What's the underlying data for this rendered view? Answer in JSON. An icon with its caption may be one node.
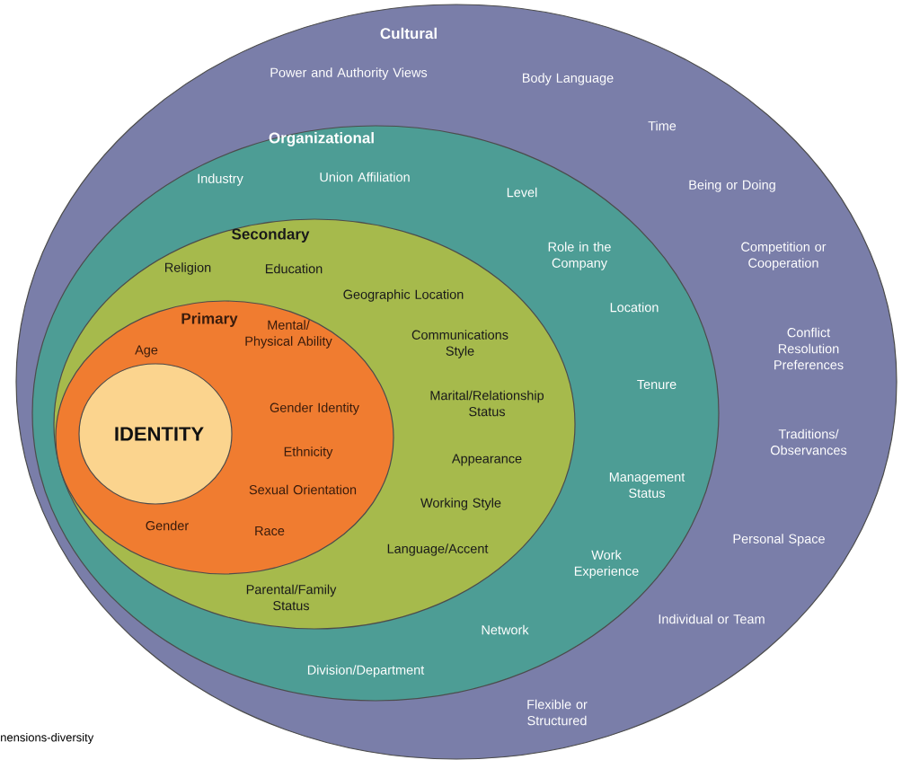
{
  "diagram": {
    "nodes": [
      {
        "text": [
          "Cultural",
          "Power and Authority Views",
          "Body Language",
          "Time",
          "Being or Doing",
          "Competition or Cooperation",
          "Conflict Resolution Preferences",
          "Traditions/ Observances",
          "Personal Space",
          "Individual or Team",
          "Flexible or Structured"
        ]
      },
      {
        "text": [
          "Organizational",
          "Industry",
          "Union Affiliation",
          "Level",
          "Role in the Company",
          "Location",
          "Tenure",
          "Management Status",
          "Work Experience",
          "Network",
          "Division/Department"
        ],
        "in": 0
      },
      {
        "text": [
          "Secondary",
          "Religion",
          "Education",
          "Geographic Location",
          "Communications Style",
          "Marital/Relationship Status",
          "Appearance",
          "Working Style",
          "Language/Accent",
          "Parental/Family Status"
        ],
        "in": 1
      },
      {
        "text": [
          "Primary",
          "Age",
          "Mental/ Physical Ability",
          "Gender Identity",
          "Ethnicity",
          "Sexual Orientation",
          "Gender",
          "Race"
        ],
        "in": 2
      },
      {
        "text": [
          "IDENTITY"
        ],
        "in": 3
      }
    ],
    "labels": [
      "nensions-diversity"
    ]
  }
}
